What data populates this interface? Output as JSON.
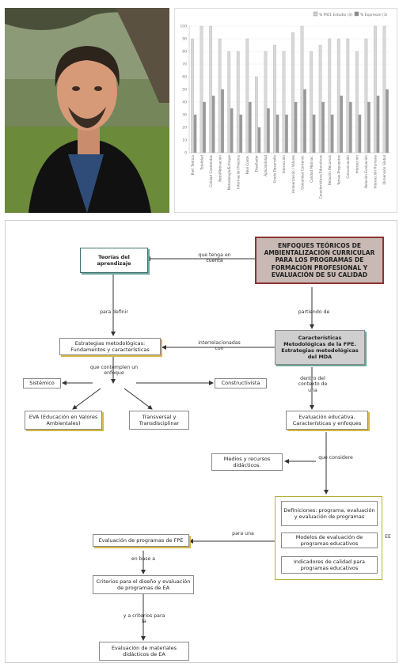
{
  "chart_data": {
    "type": "bar",
    "legend": [
      "% PIO1 Estudio (3)",
      "% Expresan (3)"
    ],
    "legend_position": "top-right",
    "yticks": [
      "100",
      "90",
      "80",
      "70",
      "60",
      "50",
      "40",
      "30",
      "20",
      "10",
      "0"
    ],
    "ylim": [
      0,
      100
    ],
    "categories": [
      "Pref. Teórica",
      "Totalidad",
      "Calidad Contenidos",
      "Reto/Motivación",
      "Metodología/Enfoque",
      "Información Práctica",
      "Real Conte.",
      "Diseñador",
      "Aplicabilidad",
      "Grado Desarrollo",
      "Interacción",
      "Ambientación / Valores",
      "Globalidad Contenid.",
      "Calidad Motivac.",
      "Características Educativas",
      "Relación Recursos",
      "Temas Propuestos",
      "Comunicación",
      "Interacción",
      "Relación Evaluación",
      "Interacción Humana",
      "Dimensión Global"
    ],
    "series": [
      {
        "name": "% PIO1 Estudio (3)",
        "values": [
          90,
          100,
          100,
          90,
          80,
          80,
          90,
          60,
          80,
          85,
          80,
          95,
          100,
          80,
          85,
          90,
          90,
          90,
          80,
          90,
          100,
          100
        ]
      },
      {
        "name": "% Expresan (3)",
        "values": [
          30,
          40,
          45,
          50,
          35,
          30,
          40,
          20,
          35,
          30,
          30,
          40,
          50,
          30,
          40,
          30,
          45,
          40,
          30,
          40,
          45,
          50
        ]
      }
    ]
  },
  "map": {
    "main": "ENFOQUES TEÓRICOS DE AMBIENTALIZACIÓN CURRICULAR PARA LOS PROGRAMAS DE FORMACIÓN PROFESIONAL Y EVALUACIÓN DE SU CALIDAD",
    "teorias": "Teorías del aprendizaje",
    "estrategias": "Estrategias metodológicas: Fundamentos y características",
    "caracteristicas": "Características Metodológicas de la FPE. Estrategias metodológicas del MDA",
    "sistemico": "Sistémico",
    "constructivista": "Constructivista",
    "eva": "EVA (Educación en Valores Ambientales)",
    "transversal": "Transversal y Transdisciplinar",
    "evaluacion_educativa": "Evaluación educativa. Características y enfoques",
    "medios": "Medios y recursos didácticos.",
    "definiciones": "Definiciones: programa, evaluación y evaluación de programas",
    "modelos": "Modelos de evaluación de programas educativos",
    "indicadores": "Indicadores de calidad para programas educativos",
    "eval_fpe": "Evaluación de programas de FPE",
    "criterios": "Criterios para el diseño y evaluación de programas de EA",
    "materiales": "Evaluación de materiales didácticos de EA",
    "side_mark": "EE",
    "links": {
      "que_tenga": "que tenga en cuenta",
      "para_definir": "para definir",
      "partiendo": "partiendo de",
      "interrelacionadas": "interrelacionadas con",
      "que_contemplen": "que contemplen un enfoque",
      "dentro": "dentro del contexto de una",
      "que_considere": "que considere",
      "para_una": "para una",
      "en_base": "en base a",
      "y_criterios": "y a criterios para la"
    }
  }
}
